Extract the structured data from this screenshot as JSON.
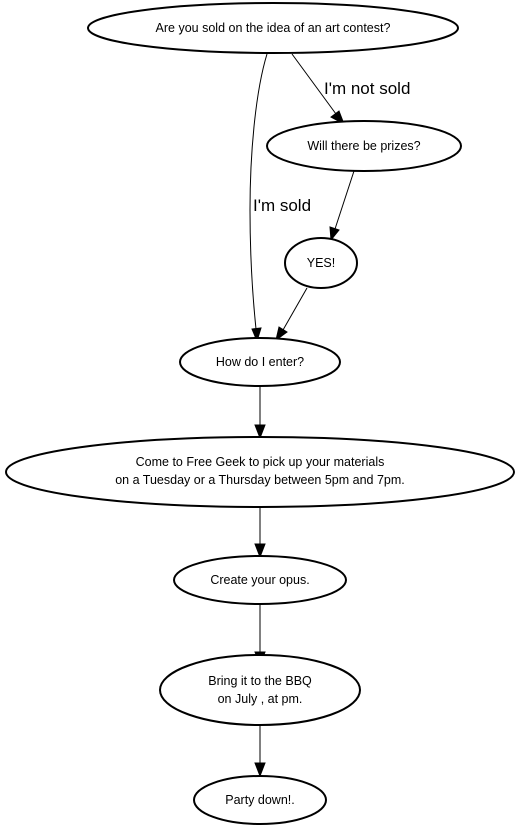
{
  "nodes": {
    "question": {
      "label": "Are you sold on the idea of an art contest?"
    },
    "prizes": {
      "label": "Will there be prizes?"
    },
    "yes": {
      "label": "YES!"
    },
    "enter": {
      "label": "How do I enter?"
    },
    "materials": {
      "line1": "Come to Free Geek to pick up your materials",
      "line2": "on a Tuesday or a Thursday between 5pm and 7pm."
    },
    "create": {
      "label": "Create your opus."
    },
    "bbq": {
      "line1": "Bring it to the BBQ",
      "line2": "on July , at pm."
    },
    "party": {
      "label": "Party down!."
    }
  },
  "edges": {
    "not_sold": {
      "label": "I'm not sold"
    },
    "sold": {
      "label": "I'm sold"
    }
  },
  "colors": {
    "stroke": "#000000",
    "background": "#ffffff"
  }
}
